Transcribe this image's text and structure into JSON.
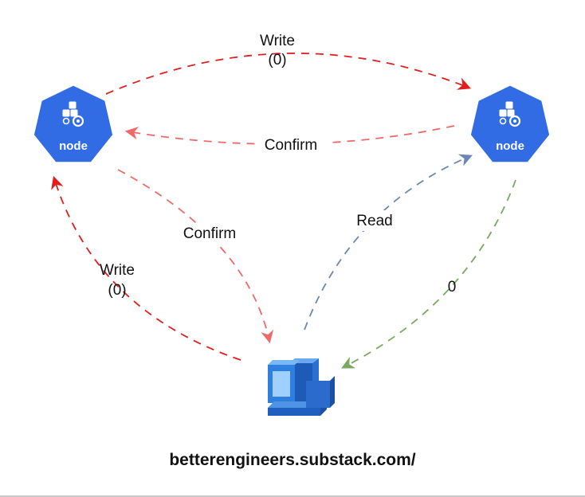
{
  "nodes": {
    "left": {
      "label": "node"
    },
    "right": {
      "label": "node"
    }
  },
  "edges": {
    "write_top": {
      "line1": "Write",
      "line2": "(0)"
    },
    "confirm_top": {
      "label": "Confirm"
    },
    "confirm_diag": {
      "label": "Confirm"
    },
    "write_left": {
      "line1": "Write",
      "line2": "(0)"
    },
    "read": {
      "label": "Read"
    },
    "value": {
      "label": "0"
    }
  },
  "footer": {
    "text": "betterengineers.substack.com/"
  },
  "colors": {
    "write": "#e01e1e",
    "confirm": "#ee6a6a",
    "read": "#6b87b5",
    "value": "#79a860",
    "node": "#326ce5",
    "client": "#3b82d6"
  }
}
